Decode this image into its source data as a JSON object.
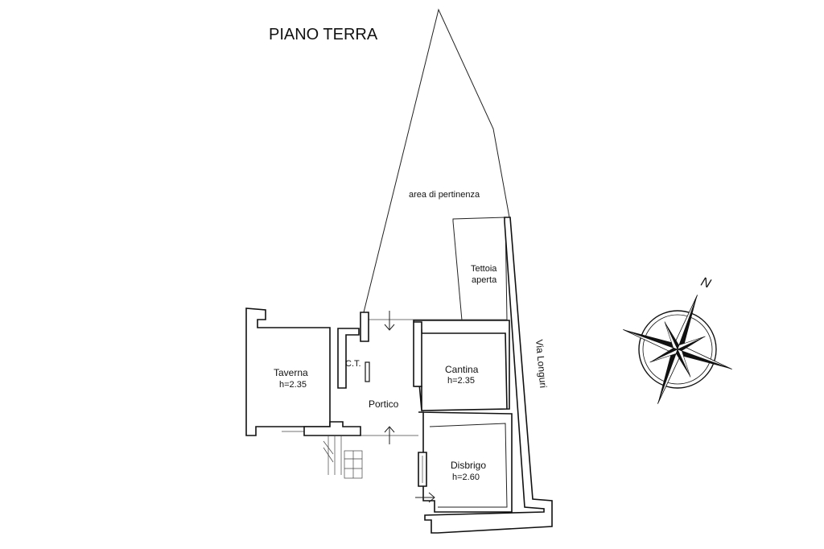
{
  "title": "PIANO TERRA",
  "rooms": {
    "area_pertinenza": "area di pertinenza",
    "tettoia_line1": "Tettoia",
    "tettoia_line2": "aperta",
    "taverna_name": "Taverna",
    "taverna_height": "h=2.35",
    "ct": "C.T.",
    "portico": "Portico",
    "cantina_name": "Cantina",
    "cantina_height": "h=2.35",
    "disbrigo_name": "Disbrigo",
    "disbrigo_height": "h=2.60"
  },
  "street": "Via Longuri",
  "compass": {
    "north_letter": "N",
    "icon": "compass-rose-icon"
  },
  "colors": {
    "line": "#111111",
    "background": "#ffffff"
  }
}
